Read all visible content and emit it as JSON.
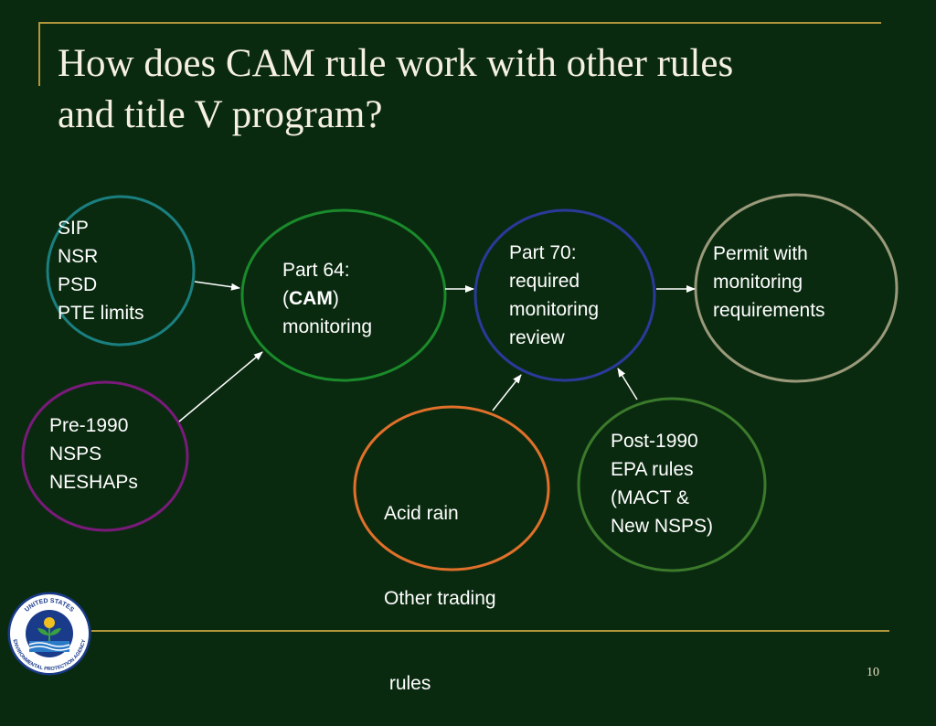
{
  "title": {
    "line1": "How does CAM rule work with other rules",
    "line2": "and title V program?"
  },
  "nodes": {
    "sip": {
      "lines": [
        "SIP",
        "NSR",
        "PSD",
        "PTE limits"
      ],
      "color": "#1a7f7f"
    },
    "pre1990": {
      "lines": [
        "Pre-1990",
        "NSPS",
        "NESHAPs"
      ],
      "color": "#7a1a7a"
    },
    "part64": {
      "prefix": "Part 64:",
      "cam_open": "(",
      "cam": "CAM",
      "cam_close": ")",
      "suffix": "monitoring",
      "color": "#1a8a2a"
    },
    "part70": {
      "lines": [
        "Part 70:",
        "required",
        "monitoring",
        "review"
      ],
      "color": "#2a3a9a"
    },
    "acid": {
      "lines": [
        "Acid rain",
        "Other trading",
        " rules"
      ],
      "color": "#e0702a"
    },
    "post1990": {
      "lines": [
        "Post-1990",
        "EPA rules",
        "(MACT &",
        "New NSPS)"
      ],
      "color": "#3a7a2a"
    },
    "permit": {
      "lines": [
        "Permit with",
        "monitoring",
        "requirements"
      ],
      "color": "#9a9a7a"
    }
  },
  "logo": {
    "text_top": "UNITED STATES",
    "text_bottom": "ENVIRONMENTAL PROTECTION AGENCY"
  },
  "page_number": "10",
  "colors": {
    "background": "#0a2a10",
    "accent": "#b0953a",
    "arrow": "#ffffff",
    "text": "#ffffff"
  }
}
